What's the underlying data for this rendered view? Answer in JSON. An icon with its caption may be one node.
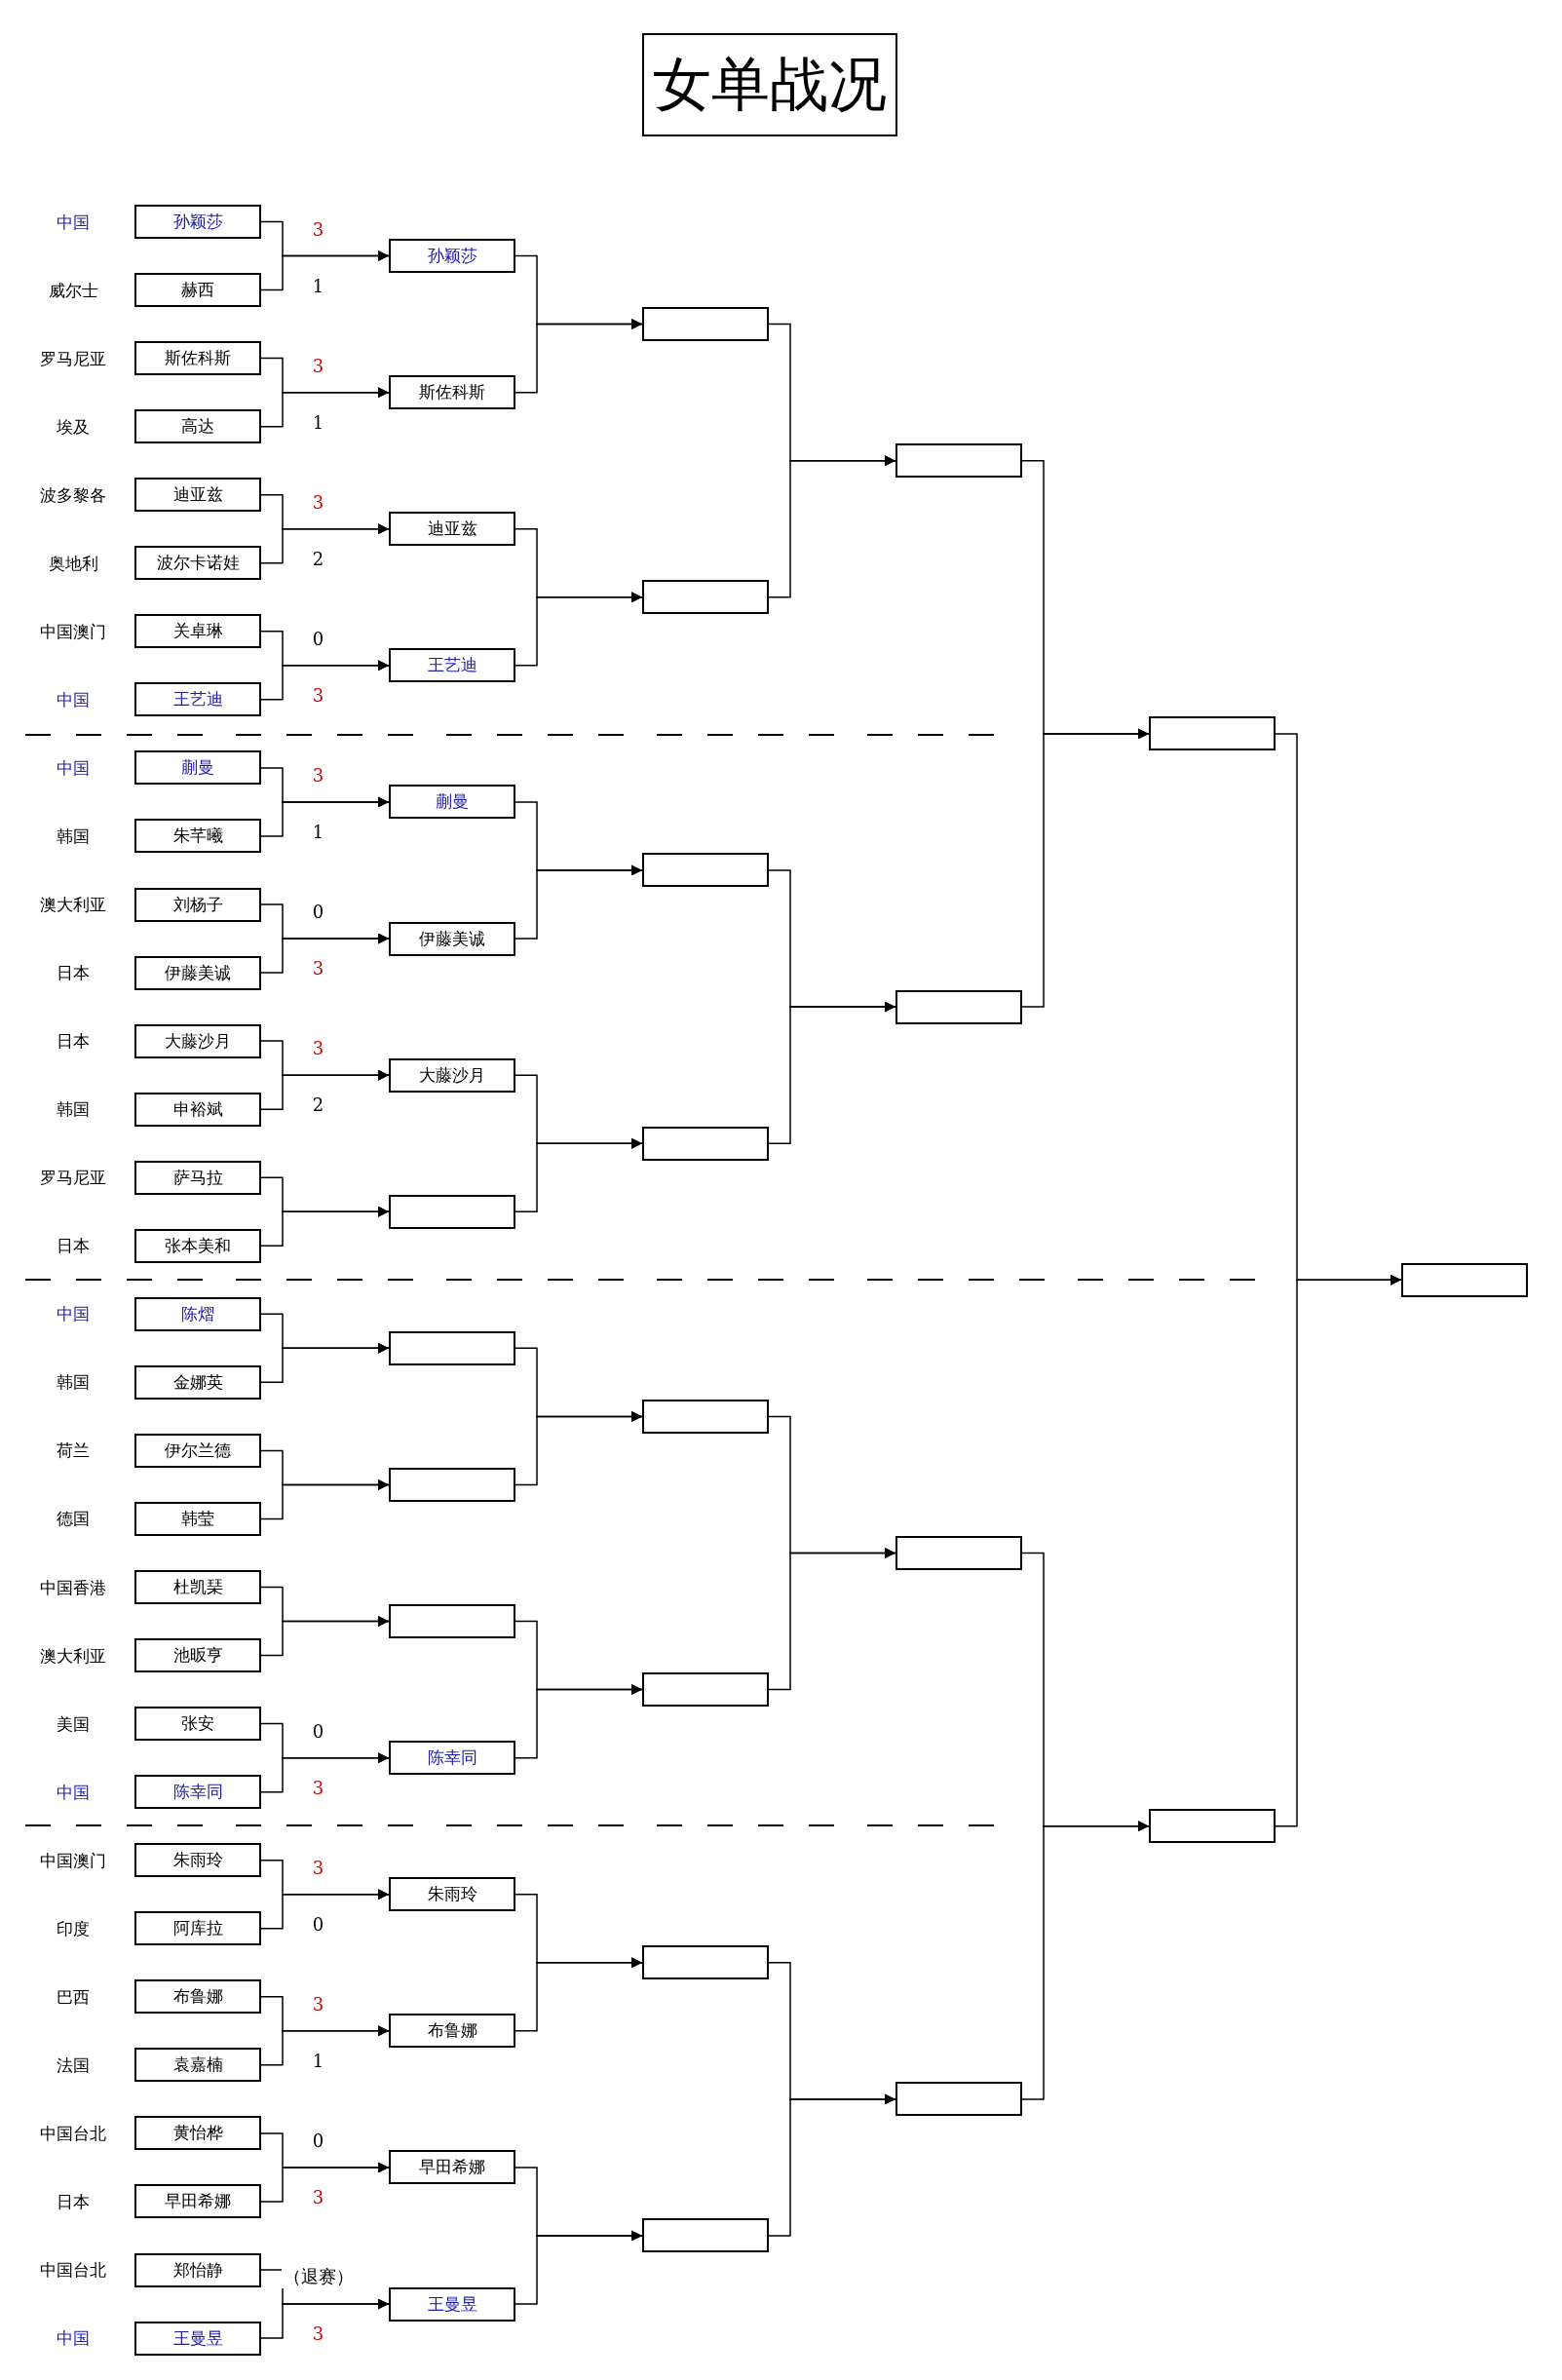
{
  "diagram": {
    "title": "女单战况",
    "nodes": [
      {
        "text": [
          "孙颖莎"
        ],
        "beside": [
          "中国"
        ]
      },
      {
        "text": [
          "赫西"
        ],
        "beside": [
          "威尔士"
        ]
      },
      {
        "text": [
          "斯佐科斯"
        ],
        "beside": [
          "罗马尼亚"
        ]
      },
      {
        "text": [
          "高达"
        ],
        "beside": [
          "埃及"
        ]
      },
      {
        "text": [
          "迪亚兹"
        ],
        "beside": [
          "波多黎各"
        ]
      },
      {
        "text": [
          "波尔卡诺娃"
        ],
        "beside": [
          "奥地利"
        ]
      },
      {
        "text": [
          "关卓琳"
        ],
        "beside": [
          "中国澳门"
        ]
      },
      {
        "text": [
          "王艺迪"
        ],
        "beside": [
          "中国"
        ]
      },
      {
        "text": [
          "蒯曼"
        ],
        "beside": [
          "中国"
        ]
      },
      {
        "text": [
          "朱芊曦"
        ],
        "beside": [
          "韩国"
        ]
      },
      {
        "text": [
          "刘杨子"
        ],
        "beside": [
          "澳大利亚"
        ]
      },
      {
        "text": [
          "伊藤美诚"
        ],
        "beside": [
          "日本"
        ]
      },
      {
        "text": [
          "大藤沙月"
        ],
        "beside": [
          "日本"
        ]
      },
      {
        "text": [
          "申裕斌"
        ],
        "beside": [
          "韩国"
        ]
      },
      {
        "text": [
          "萨马拉"
        ],
        "beside": [
          "罗马尼亚"
        ]
      },
      {
        "text": [
          "张本美和"
        ],
        "beside": [
          "日本"
        ]
      },
      {
        "text": [
          "陈熠"
        ],
        "beside": [
          "中国"
        ]
      },
      {
        "text": [
          "金娜英"
        ],
        "beside": [
          "韩国"
        ]
      },
      {
        "text": [
          "伊尔兰德"
        ],
        "beside": [
          "荷兰"
        ]
      },
      {
        "text": [
          "韩莹"
        ],
        "beside": [
          "德国"
        ]
      },
      {
        "text": [
          "杜凯琹"
        ],
        "beside": [
          "中国香港"
        ]
      },
      {
        "text": [
          "池昄亨"
        ],
        "beside": [
          "澳大利亚"
        ]
      },
      {
        "text": [
          "张安"
        ],
        "beside": [
          "美国"
        ]
      },
      {
        "text": [
          "陈幸同"
        ],
        "beside": [
          "中国"
        ]
      },
      {
        "text": [
          "朱雨玲"
        ],
        "beside": [
          "中国澳门"
        ]
      },
      {
        "text": [
          "阿库拉"
        ],
        "beside": [
          "印度"
        ]
      },
      {
        "text": [
          "布鲁娜"
        ],
        "beside": [
          "巴西"
        ]
      },
      {
        "text": [
          "袁嘉楠"
        ],
        "beside": [
          "法国"
        ]
      },
      {
        "text": [
          "黄怡桦"
        ],
        "beside": [
          "中国台北"
        ]
      },
      {
        "text": [
          "早田希娜"
        ],
        "beside": [
          "日本"
        ]
      },
      {
        "text": [
          "郑怡静"
        ],
        "beside": [
          "中国台北"
        ]
      },
      {
        "text": [
          "王曼昱"
        ],
        "beside": [
          "中国"
        ]
      },
      {
        "text": [
          "孙颖莎"
        ]
      },
      {
        "text": [
          "斯佐科斯"
        ]
      },
      {
        "text": [
          "迪亚兹"
        ]
      },
      {
        "text": [
          "王艺迪"
        ]
      },
      {
        "text": [
          "蒯曼"
        ]
      },
      {
        "text": [
          "伊藤美诚"
        ]
      },
      {
        "text": [
          "大藤沙月"
        ]
      },
      {
        "text": [],
        "shape": "box"
      },
      {
        "text": [],
        "shape": "box"
      },
      {
        "text": [],
        "shape": "box"
      },
      {
        "text": [],
        "shape": "box"
      },
      {
        "text": [
          "陈幸同"
        ]
      },
      {
        "text": [
          "朱雨玲"
        ]
      },
      {
        "text": [
          "布鲁娜"
        ]
      },
      {
        "text": [
          "早田希娜"
        ]
      },
      {
        "text": [
          "王曼昱"
        ]
      },
      {
        "text": [],
        "shape": "box"
      },
      {
        "text": [],
        "shape": "box"
      },
      {
        "text": [],
        "shape": "box"
      },
      {
        "text": [],
        "shape": "box"
      },
      {
        "text": [],
        "shape": "box"
      },
      {
        "text": [],
        "shape": "box"
      },
      {
        "text": [],
        "shape": "box"
      },
      {
        "text": [],
        "shape": "box"
      },
      {
        "text": [],
        "shape": "box"
      },
      {
        "text": [],
        "shape": "box"
      },
      {
        "text": [],
        "shape": "box"
      },
      {
        "text": [],
        "shape": "box"
      },
      {
        "text": [],
        "shape": "box"
      },
      {
        "text": [],
        "shape": "box"
      },
      {
        "text": [],
        "shape": "box"
      }
    ],
    "edges": [
      {
        "from": 0,
        "to": 32,
        "arrow": "to",
        "label": "3"
      },
      {
        "from": 1,
        "to": 32,
        "arrow": "to",
        "label": "1"
      },
      {
        "from": 2,
        "to": 33,
        "arrow": "to",
        "label": "3"
      },
      {
        "from": 3,
        "to": 33,
        "arrow": "to",
        "label": "1"
      },
      {
        "from": 4,
        "to": 34,
        "arrow": "to",
        "label": "3"
      },
      {
        "from": 5,
        "to": 34,
        "arrow": "to",
        "label": "2"
      },
      {
        "from": 6,
        "to": 35,
        "arrow": "to",
        "label": "0"
      },
      {
        "from": 7,
        "to": 35,
        "arrow": "to",
        "label": "3"
      },
      {
        "from": 8,
        "to": 36,
        "arrow": "to",
        "label": "3"
      },
      {
        "from": 9,
        "to": 36,
        "arrow": "to",
        "label": "1"
      },
      {
        "from": 10,
        "to": 37,
        "arrow": "to",
        "label": "0"
      },
      {
        "from": 11,
        "to": 37,
        "arrow": "to",
        "label": "3"
      },
      {
        "from": 12,
        "to": 38,
        "arrow": "to",
        "label": "3"
      },
      {
        "from": 13,
        "to": 38,
        "arrow": "to",
        "label": "2"
      },
      {
        "from": 14,
        "to": 39,
        "arrow": "to"
      },
      {
        "from": 15,
        "to": 39,
        "arrow": "to"
      },
      {
        "from": 16,
        "to": 40,
        "arrow": "to"
      },
      {
        "from": 17,
        "to": 40,
        "arrow": "to"
      },
      {
        "from": 18,
        "to": 41,
        "arrow": "to"
      },
      {
        "from": 19,
        "to": 41,
        "arrow": "to"
      },
      {
        "from": 20,
        "to": 42,
        "arrow": "to"
      },
      {
        "from": 21,
        "to": 42,
        "arrow": "to"
      },
      {
        "from": 22,
        "to": 43,
        "arrow": "to",
        "label": "0"
      },
      {
        "from": 23,
        "to": 43,
        "arrow": "to",
        "label": "3"
      },
      {
        "from": 24,
        "to": 44,
        "arrow": "to",
        "label": "3"
      },
      {
        "from": 25,
        "to": 44,
        "arrow": "to",
        "label": "0"
      },
      {
        "from": 26,
        "to": 45,
        "arrow": "to",
        "label": "3"
      },
      {
        "from": 27,
        "to": 45,
        "arrow": "to",
        "label": "1"
      },
      {
        "from": 28,
        "to": 46,
        "arrow": "to",
        "label": "0"
      },
      {
        "from": 29,
        "to": 46,
        "arrow": "to",
        "label": "3"
      },
      {
        "from": 30,
        "to": 47,
        "arrow": "to",
        "label": "（退赛）"
      },
      {
        "from": 31,
        "to": 47,
        "arrow": "to",
        "label": "3"
      },
      {
        "from": 32,
        "to": 48,
        "arrow": "to"
      },
      {
        "from": 33,
        "to": 48,
        "arrow": "to"
      },
      {
        "from": 34,
        "to": 49,
        "arrow": "to"
      },
      {
        "from": 35,
        "to": 49,
        "arrow": "to"
      },
      {
        "from": 36,
        "to": 50,
        "arrow": "to"
      },
      {
        "from": 37,
        "to": 50,
        "arrow": "to"
      },
      {
        "from": 38,
        "to": 51,
        "arrow": "to"
      },
      {
        "from": 39,
        "to": 51,
        "arrow": "to"
      },
      {
        "from": 40,
        "to": 52,
        "arrow": "to"
      },
      {
        "from": 41,
        "to": 52,
        "arrow": "to"
      },
      {
        "from": 42,
        "to": 53,
        "arrow": "to"
      },
      {
        "from": 43,
        "to": 53,
        "arrow": "to"
      },
      {
        "from": 44,
        "to": 54,
        "arrow": "to"
      },
      {
        "from": 45,
        "to": 54,
        "arrow": "to"
      },
      {
        "from": 46,
        "to": 55,
        "arrow": "to"
      },
      {
        "from": 47,
        "to": 55,
        "arrow": "to"
      },
      {
        "from": 48,
        "to": 56,
        "arrow": "to"
      },
      {
        "from": 49,
        "to": 56,
        "arrow": "to"
      },
      {
        "from": 50,
        "to": 57,
        "arrow": "to"
      },
      {
        "from": 51,
        "to": 57,
        "arrow": "to"
      },
      {
        "from": 52,
        "to": 58,
        "arrow": "to"
      },
      {
        "from": 53,
        "to": 58,
        "arrow": "to"
      },
      {
        "from": 54,
        "to": 59,
        "arrow": "to"
      },
      {
        "from": 55,
        "to": 59,
        "arrow": "to"
      },
      {
        "from": 56,
        "to": 60,
        "arrow": "to"
      },
      {
        "from": 57,
        "to": 60,
        "arrow": "to"
      },
      {
        "from": 58,
        "to": 61,
        "arrow": "to"
      },
      {
        "from": 59,
        "to": 61,
        "arrow": "to"
      },
      {
        "from": 60,
        "to": 62,
        "arrow": "to"
      },
      {
        "from": 61,
        "to": 62,
        "arrow": "to"
      }
    ]
  }
}
